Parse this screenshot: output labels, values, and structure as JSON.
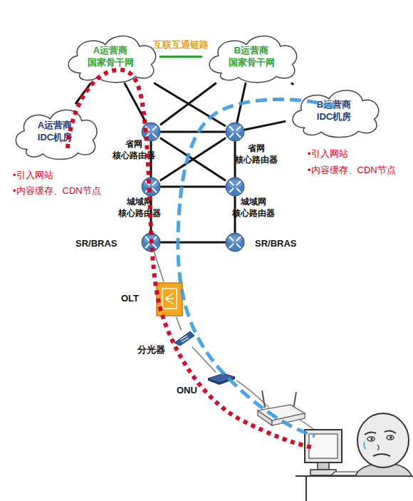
{
  "diagram": {
    "nodes": [
      {
        "text": [
          "A运营商 国家骨干网"
        ]
      },
      {
        "text": [
          "B运营商 国家骨干网"
        ]
      },
      {
        "text": [
          "A运营商 IDC机房"
        ]
      },
      {
        "text": [
          "B运营商 IDC机房"
        ]
      },
      {
        "text": [
          "省网 核心路由器"
        ]
      },
      {
        "text": [
          "省网 核心路由器"
        ]
      },
      {
        "text": [
          "城域网 核心路由器"
        ]
      },
      {
        "text": [
          "城域网 核心路由器"
        ]
      },
      {
        "text": [
          "SR/BRAS"
        ]
      },
      {
        "text": [
          "SR/BRAS"
        ]
      },
      {
        "text": [
          "OLT"
        ]
      },
      {
        "text": [
          "分光器"
        ]
      },
      {
        "text": [
          "ONU"
        ]
      }
    ],
    "edges": [
      {
        "from": 0,
        "to": 1,
        "arrow": "none",
        "label": "互联互通链路"
      },
      {
        "from": 0,
        "to": 2,
        "arrow": "none"
      },
      {
        "from": 1,
        "to": 3,
        "arrow": "none"
      },
      {
        "from": 0,
        "to": 4,
        "arrow": "none"
      },
      {
        "from": 0,
        "to": 5,
        "arrow": "none"
      },
      {
        "from": 1,
        "to": 4,
        "arrow": "none"
      },
      {
        "from": 1,
        "to": 5,
        "arrow": "none"
      },
      {
        "from": 4,
        "to": 5,
        "arrow": "none"
      },
      {
        "from": 5,
        "to": 3,
        "arrow": "none"
      },
      {
        "from": 4,
        "to": 6,
        "arrow": "none"
      },
      {
        "from": 4,
        "to": 7,
        "arrow": "none"
      },
      {
        "from": 5,
        "to": 6,
        "arrow": "none"
      },
      {
        "from": 5,
        "to": 7,
        "arrow": "none"
      },
      {
        "from": 6,
        "to": 7,
        "arrow": "none"
      },
      {
        "from": 6,
        "to": 8,
        "arrow": "none"
      },
      {
        "from": 7,
        "to": 9,
        "arrow": "none"
      },
      {
        "from": 8,
        "to": 9,
        "arrow": "none"
      },
      {
        "from": 8,
        "to": 10,
        "arrow": "none"
      },
      {
        "from": 10,
        "to": 11,
        "arrow": "none"
      },
      {
        "from": 11,
        "to": 12,
        "arrow": "none"
      }
    ],
    "labels": [
      "•引入网站",
      "•内容缓存、CDN节点",
      "•引入网站",
      "•内容缓存、CDN节点"
    ]
  }
}
